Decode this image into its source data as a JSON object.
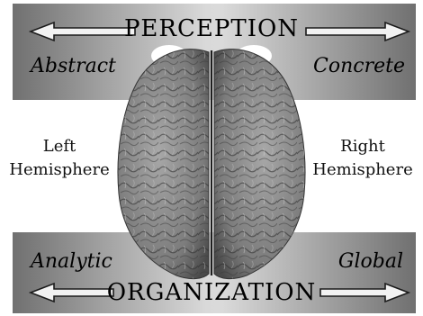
{
  "diagram": {
    "top_axis": {
      "title": "PERCEPTION",
      "left": "Abstract",
      "right": "Concrete"
    },
    "bottom_axis": {
      "title": "ORGANIZATION",
      "left": "Analytic",
      "right": "Global"
    },
    "hemispheres": {
      "left_line1": "Left",
      "left_line2": "Hemisphere",
      "right_line1": "Right",
      "right_line2": "Hemisphere"
    }
  }
}
